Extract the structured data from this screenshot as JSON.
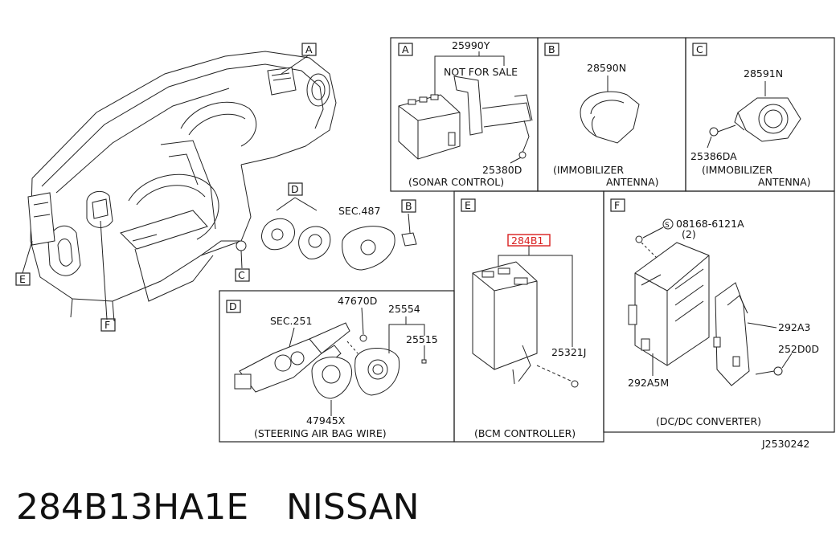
{
  "footer": {
    "part_number": "284B13HA1E",
    "brand": "NISSAN",
    "drawing_id": "J2530242"
  },
  "overview_callouts": {
    "a": "A",
    "b": "B",
    "c": "C",
    "d": "D",
    "e": "E",
    "f": "F",
    "sec487": "SEC.487"
  },
  "panel_a": {
    "tag": "A",
    "part_top": "25990Y",
    "note": "NOT FOR SALE",
    "part_bolt": "25380D",
    "caption": "(SONAR CONTROL)"
  },
  "panel_b": {
    "tag": "B",
    "part": "28590N",
    "caption_1": "(IMMOBILIZER",
    "caption_2": "ANTENNA)"
  },
  "panel_c": {
    "tag": "C",
    "part": "28591N",
    "part_screw": "25386DA",
    "caption_1": "(IMMOBILIZER",
    "caption_2": "ANTENNA)"
  },
  "panel_d": {
    "tag": "D",
    "sec": "SEC.251",
    "part_1": "47670D",
    "part_2": "25554",
    "part_3": "25515",
    "part_4": "47945X",
    "caption": "(STEERING AIR BAG WIRE)"
  },
  "panel_e": {
    "tag": "E",
    "part_highlight": "284B1",
    "part_bolt": "25321J",
    "caption": "(BCM CONTROLLER)"
  },
  "panel_f": {
    "tag": "F",
    "part_bolt": "08168-6121A",
    "qty": "(2)",
    "part_1": "292A3",
    "part_2": "252D0D",
    "part_3": "292A5M",
    "caption": "(DC/DC CONVERTER)"
  }
}
